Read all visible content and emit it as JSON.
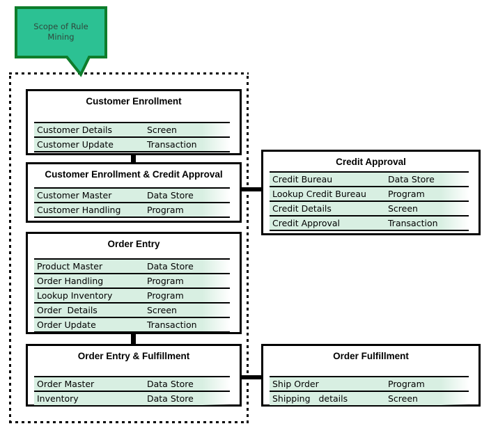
{
  "callout": {
    "line1": "Scope of Rule",
    "line2": "Mining"
  },
  "colors": {
    "callout_fill": "#2CC193",
    "callout_border": "#0E7D2B",
    "row_fill": "#D8EFE2",
    "connector": "#000000"
  },
  "panels": [
    {
      "title": "Customer Enrollment",
      "rows": [
        [
          "Customer Details",
          "Screen"
        ],
        [
          "Customer Update",
          "Transaction"
        ]
      ]
    },
    {
      "title": "Customer Enrollment & Credit Approval",
      "rows": [
        [
          "Customer Master",
          "Data Store"
        ],
        [
          "Customer Handling",
          "Program"
        ]
      ]
    },
    {
      "title": "Order Entry",
      "rows": [
        [
          "Product Master",
          "Data Store"
        ],
        [
          "Order Handling",
          "Program"
        ],
        [
          "Lookup Inventory",
          "Program"
        ],
        [
          "Order  Details",
          "Screen"
        ],
        [
          "Order Update",
          "Transaction"
        ]
      ]
    },
    {
      "title": "Order Entry & Fulfillment",
      "rows": [
        [
          "Order Master",
          "Data Store"
        ],
        [
          "Inventory",
          "Data Store"
        ]
      ]
    },
    {
      "title": "Credit Approval",
      "rows": [
        [
          "Credit Bureau",
          "Data Store"
        ],
        [
          "Lookup Credit Bureau",
          "Program"
        ],
        [
          "Credit Details",
          "Screen"
        ],
        [
          "Credit Approval",
          "Transaction"
        ]
      ]
    },
    {
      "title": "Order Fulfillment",
      "rows": [
        [
          "Ship Order",
          "Program"
        ],
        [
          "Shipping   details",
          "Screen"
        ]
      ]
    }
  ]
}
